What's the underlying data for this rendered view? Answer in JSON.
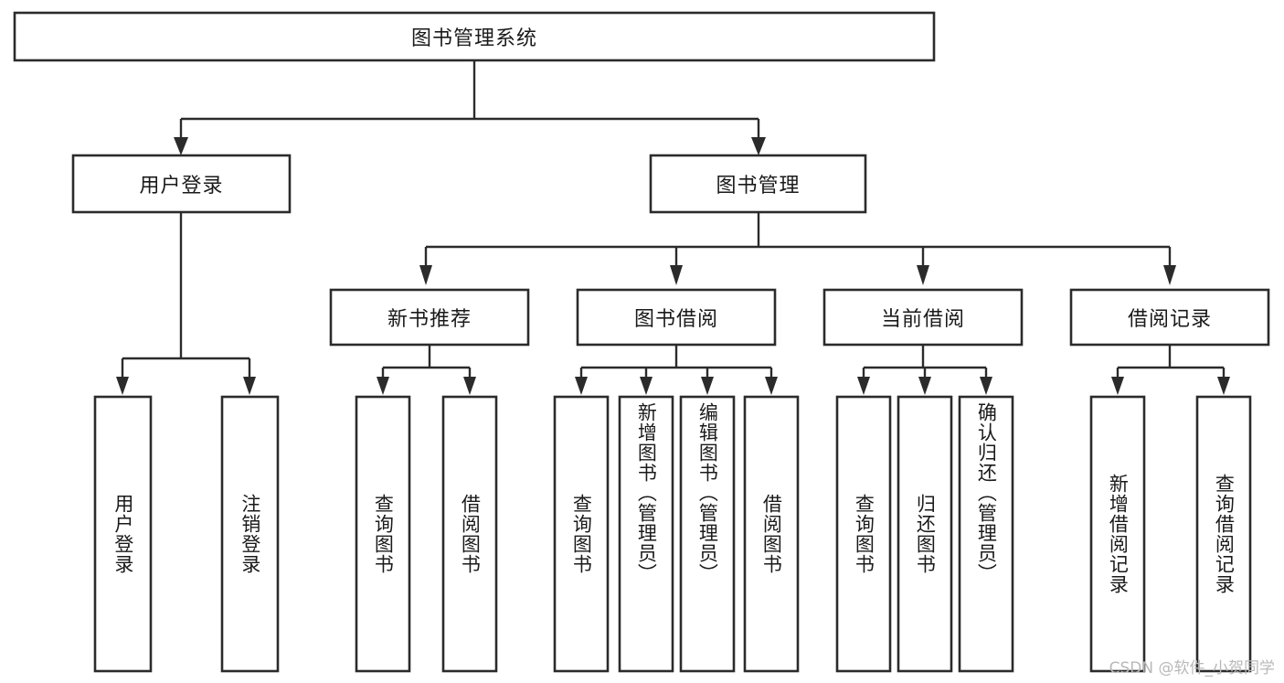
{
  "diagram": {
    "type": "tree",
    "title": "图书管理系统",
    "watermark": "CSDN @软件_小贺同学",
    "colors": {
      "box_stroke": "#2b2b2b",
      "box_fill": "#ffffff",
      "text": "#1a1a1a",
      "background": "#ffffff",
      "watermark": "#b9b9b9"
    },
    "levels": {
      "root": "图书管理系统",
      "level2": [
        "用户登录",
        "图书管理"
      ],
      "level3": [
        "新书推荐",
        "图书借阅",
        "当前借阅",
        "借阅记录"
      ]
    },
    "nodes": {
      "root": {
        "label": "图书管理系统",
        "orientation": "horizontal"
      },
      "l2_user_login": {
        "label": "用户登录",
        "orientation": "horizontal"
      },
      "l2_book_mgmt": {
        "label": "图书管理",
        "orientation": "horizontal"
      },
      "l3_new_book": {
        "label": "新书推荐",
        "orientation": "horizontal"
      },
      "l3_borrow": {
        "label": "图书借阅",
        "orientation": "horizontal"
      },
      "l3_current": {
        "label": "当前借阅",
        "orientation": "horizontal"
      },
      "l3_record": {
        "label": "借阅记录",
        "orientation": "horizontal"
      },
      "leaf_user_login": {
        "label": "用户登录",
        "orientation": "vertical"
      },
      "leaf_logout": {
        "label": "注销登录",
        "orientation": "vertical"
      },
      "leaf_query_book_1": {
        "label": "查询图书",
        "orientation": "vertical"
      },
      "leaf_borrow_book_1": {
        "label": "借阅图书",
        "orientation": "vertical"
      },
      "leaf_query_book_2": {
        "label": "查询图书",
        "orientation": "vertical"
      },
      "leaf_add_book": {
        "label": "新增图书（管理员）",
        "orientation": "vertical"
      },
      "leaf_edit_book": {
        "label": "编辑图书（管理员）",
        "orientation": "vertical"
      },
      "leaf_borrow_book_2": {
        "label": "借阅图书",
        "orientation": "vertical"
      },
      "leaf_query_book_3": {
        "label": "查询图书",
        "orientation": "vertical"
      },
      "leaf_return_book": {
        "label": "归还图书",
        "orientation": "vertical"
      },
      "leaf_confirm_return": {
        "label": "确认归还（管理员）",
        "orientation": "vertical"
      },
      "leaf_add_record": {
        "label": "新增借阅记录",
        "orientation": "vertical"
      },
      "leaf_query_record": {
        "label": "查询借阅记录",
        "orientation": "vertical"
      }
    },
    "edges": [
      {
        "from": "root",
        "to": "l2_user_login"
      },
      {
        "from": "root",
        "to": "l2_book_mgmt"
      },
      {
        "from": "l2_user_login",
        "to": "leaf_user_login"
      },
      {
        "from": "l2_user_login",
        "to": "leaf_logout"
      },
      {
        "from": "l2_book_mgmt",
        "to": "l3_new_book"
      },
      {
        "from": "l2_book_mgmt",
        "to": "l3_borrow"
      },
      {
        "from": "l2_book_mgmt",
        "to": "l3_current"
      },
      {
        "from": "l2_book_mgmt",
        "to": "l3_record"
      },
      {
        "from": "l3_new_book",
        "to": "leaf_query_book_1"
      },
      {
        "from": "l3_new_book",
        "to": "leaf_borrow_book_1"
      },
      {
        "from": "l3_borrow",
        "to": "leaf_query_book_2"
      },
      {
        "from": "l3_borrow",
        "to": "leaf_add_book"
      },
      {
        "from": "l3_borrow",
        "to": "leaf_edit_book"
      },
      {
        "from": "l3_borrow",
        "to": "leaf_borrow_book_2"
      },
      {
        "from": "l3_current",
        "to": "leaf_query_book_3"
      },
      {
        "from": "l3_current",
        "to": "leaf_return_book"
      },
      {
        "from": "l3_current",
        "to": "leaf_confirm_return"
      },
      {
        "from": "l3_record",
        "to": "leaf_add_record"
      },
      {
        "from": "l3_record",
        "to": "leaf_query_record"
      }
    ]
  }
}
